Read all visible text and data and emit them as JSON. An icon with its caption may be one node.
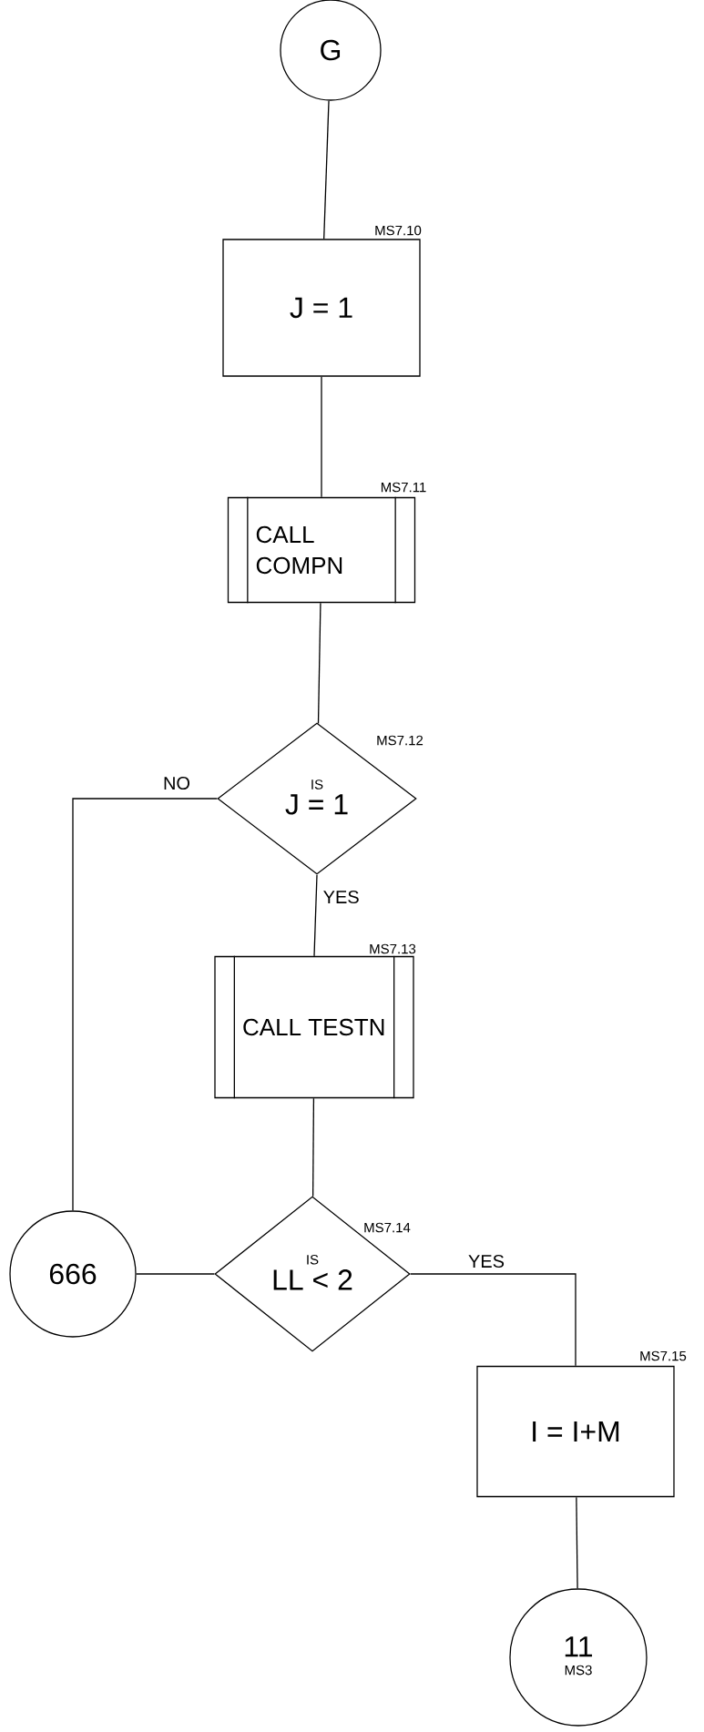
{
  "diagram": {
    "nodes": [
      {
        "text": [
          "G"
        ]
      },
      {
        "text": [
          "J = 1"
        ],
        "beside": [
          "MS7.10"
        ]
      },
      {
        "text": [
          "CALL COMPN"
        ],
        "beside": [
          "MS7.11"
        ]
      },
      {
        "text": [
          "IS",
          "J = 1"
        ],
        "beside": [
          "MS7.12"
        ]
      },
      {
        "text": [
          "CALL TESTN"
        ],
        "beside": [
          "MS7.13"
        ]
      },
      {
        "text": [
          "IS",
          "LL < 2"
        ],
        "beside": [
          "MS7.14"
        ]
      },
      {
        "text": [
          "666"
        ]
      },
      {
        "text": [
          "I = I+M"
        ],
        "beside": [
          "MS7.15"
        ]
      },
      {
        "text": [
          "11",
          "MS3"
        ]
      }
    ],
    "edges": [
      {
        "from": 0,
        "to": 1,
        "arrow": "none"
      },
      {
        "from": 1,
        "to": 2,
        "arrow": "none"
      },
      {
        "from": 2,
        "to": 3,
        "arrow": "none"
      },
      {
        "from": 3,
        "to": 4,
        "arrow": "none",
        "label": "YES"
      },
      {
        "from": 3,
        "to": 6,
        "arrow": "none",
        "label": "NO"
      },
      {
        "from": 4,
        "to": 5,
        "arrow": "none"
      },
      {
        "from": 5,
        "to": 6,
        "arrow": "none"
      },
      {
        "from": 5,
        "to": 7,
        "arrow": "none",
        "label": "YES"
      },
      {
        "from": 7,
        "to": 8,
        "arrow": "none"
      }
    ]
  }
}
